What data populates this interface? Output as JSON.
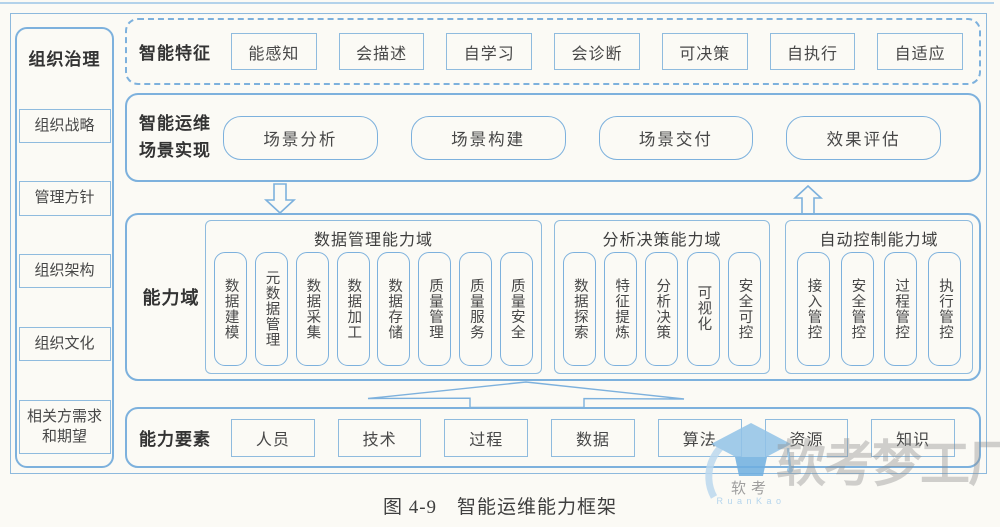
{
  "figure": {
    "caption": "图 4-9　智能运维能力框架"
  },
  "colors": {
    "line_blue": "#7db1dd",
    "line_blue_light": "#8fbbde",
    "text_dark": "#3f3f3f",
    "background": "#fbfaf5",
    "watermark_gray": "#8f8f8f",
    "watermark_blue": "#9cc8ea"
  },
  "sidebar": {
    "title": "组织治理",
    "items": [
      {
        "label": "组织战略"
      },
      {
        "label": "管理方针"
      },
      {
        "label": "组织架构"
      },
      {
        "label": "组织文化"
      },
      {
        "label": "相关方需求和期望"
      }
    ]
  },
  "features_row": {
    "label": "智能特征",
    "items": [
      "能感知",
      "会描述",
      "自学习",
      "会诊断",
      "可决策",
      "自执行",
      "自适应"
    ]
  },
  "scenario_row": {
    "label_line1": "智能运维",
    "label_line2": "场景实现",
    "items": [
      "场景分析",
      "场景构建",
      "场景交付",
      "效果评估"
    ]
  },
  "capability_row": {
    "label": "能力域",
    "groups": [
      {
        "title": "数据管理能力域",
        "items": [
          "数据建模",
          "元数据管理",
          "数据采集",
          "数据加工",
          "数据存储",
          "质量管理",
          "质量服务",
          "质量安全"
        ]
      },
      {
        "title": "分析决策能力域",
        "items": [
          "数据探索",
          "特征提炼",
          "分析决策",
          "可视化",
          "安全可控"
        ]
      },
      {
        "title": "自动控制能力域",
        "items": [
          "接入管控",
          "安全管控",
          "过程管控",
          "执行管控"
        ]
      }
    ]
  },
  "elements_row": {
    "label": "能力要素",
    "items": [
      "人员",
      "技术",
      "过程",
      "数据",
      "算法",
      "资源",
      "知识"
    ]
  },
  "watermark": {
    "logo_text": "软考",
    "logo_subtext": "RuanKao",
    "text": "软考梦工厂"
  }
}
